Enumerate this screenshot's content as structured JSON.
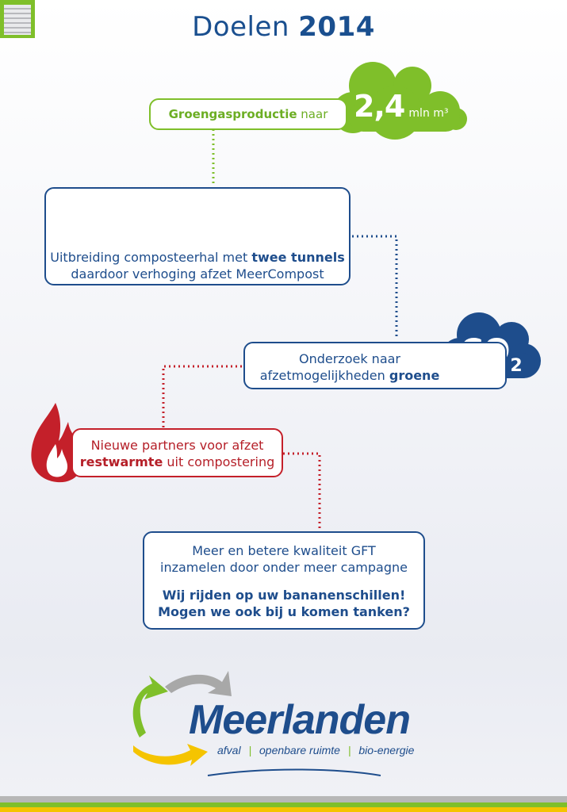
{
  "title": {
    "prefix": "Doelen",
    "year": "2014"
  },
  "goals": {
    "groengas": {
      "bold": "Groengasproductie",
      "rest": "naar"
    },
    "cloud_green": {
      "value": "2,4",
      "unit": "mln m³"
    },
    "compost": {
      "line1_pre": "Uitbreiding composteerhal met",
      "line1_bold": "twee tunnels",
      "line2": "daardoor verhoging afzet MeerCompost"
    },
    "onderzoek": {
      "line1": "Onderzoek naar",
      "line2_pre": "afzetmogelijkheden",
      "line2_bold": "groene"
    },
    "cloud_blue": {
      "text": "CO",
      "sub": "2"
    },
    "partners": {
      "line1": "Nieuwe partners voor afzet",
      "line2_bold": "restwarmte",
      "line2_rest": "uit compostering"
    },
    "gft": {
      "line1": "Meer en betere kwaliteit GFT",
      "line2": "inzamelen door onder meer campagne",
      "slogan1": "Wij rijden op uw bananenschillen!",
      "slogan2": "Mogen we ook bij u komen tanken?"
    }
  },
  "logo": {
    "name": "Meerlanden",
    "tag1": "afval",
    "tag2": "openbare ruimte",
    "tag3": "bio-energie"
  },
  "colors": {
    "navy": "#1e4d8c",
    "green": "#7fbf2a",
    "red": "#c4202a",
    "yellow": "#f5c400",
    "gray": "#a8a8a8"
  }
}
